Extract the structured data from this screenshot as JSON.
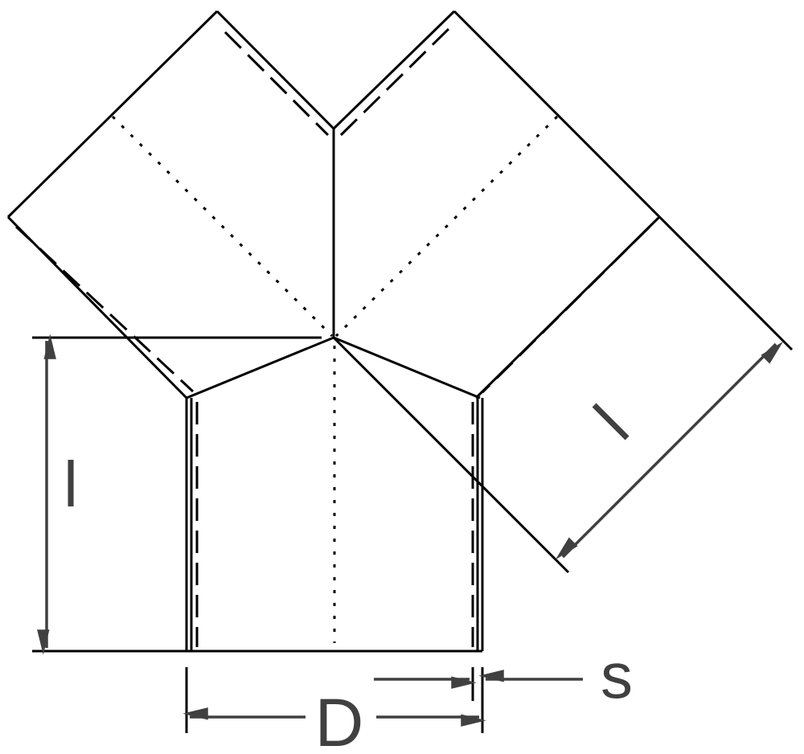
{
  "diagram": {
    "labels": {
      "vertical_length": "l",
      "branch_length": "l",
      "diameter": "D",
      "wall_thickness": "s"
    },
    "colors": {
      "outline": "#000000",
      "dimension": "#404040"
    }
  }
}
